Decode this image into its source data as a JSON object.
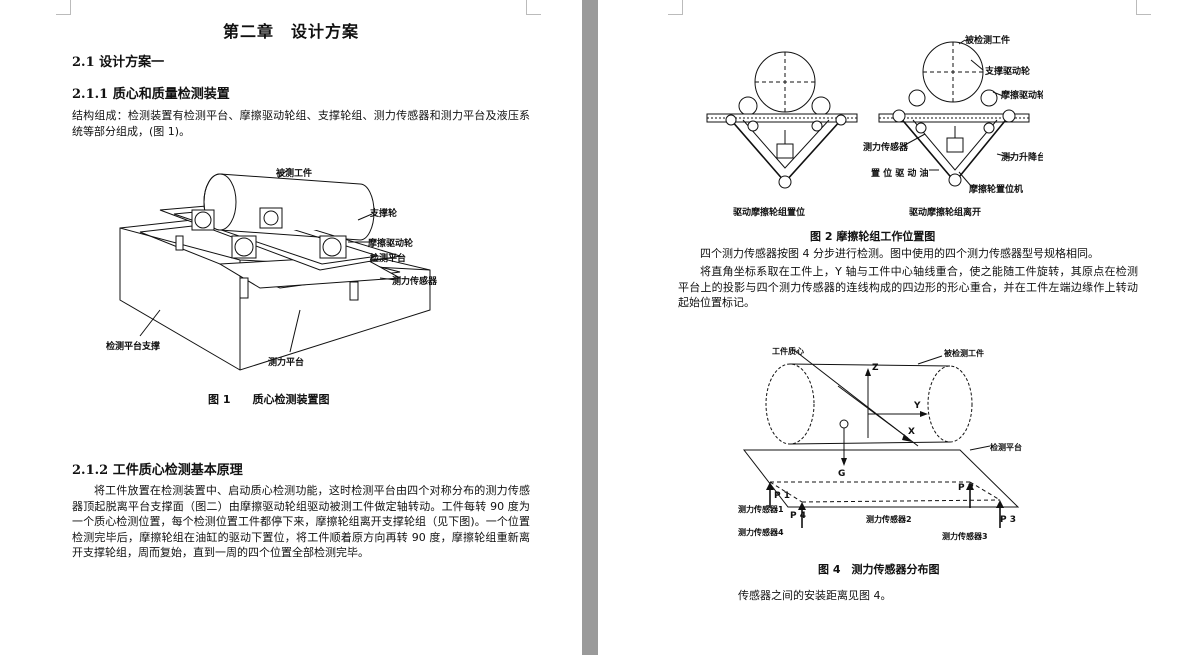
{
  "left_page": {
    "chapter_title": "第二章　设计方案",
    "section_title": "2.1 设计方案一",
    "subsection1_title": "2.1.1 质心和质量检测装置",
    "para1": "结构组成：检测装置有检测平台、摩擦驱动轮组、支撑轮组、测力传感器和测力平台及液压系统等部分组成，(图 1)。",
    "fig1": {
      "labels": {
        "workpiece": "被测工件",
        "support_wheel": "支撑轮",
        "friction_wheel": "摩擦驱动轮",
        "detect_platform": "检测平台",
        "force_sensor": "测力传感器",
        "platform_support": "检测平台支撑",
        "force_platform": "测力平台"
      },
      "caption": "图 1　　质心检测装置图"
    },
    "subsection2_title": "2.1.2 工件质心检测基本原理",
    "para2": "将工件放置在检测装置中、启动质心检测功能，这时检测平台由四个对称分布的测力传感器顶起脱离平台支撑面（图二）由摩擦驱动轮组驱动被测工件做定轴转动。工件每转 90 度为一个质心检测位置，每个检测位置工件都停下来，摩擦轮组离开支撑轮组（见下图)。一个位置检测完毕后，摩擦轮组在油缸的驱动下置位，将工件顺着原方向再转 90 度，摩擦轮组重新离开支撑轮组，周而复始，直到一周的四个位置全部检测完毕。"
  },
  "right_page": {
    "fig2": {
      "labels": {
        "workpiece": "被检测工件",
        "support_wheel": "支撑驱动轮",
        "friction_wheel": "摩擦驱动轮",
        "force_sensor": "测力传感器",
        "lift": "测力升降台",
        "cylinder": "置 位 驱 动 油",
        "positioner": "摩擦轮置位机"
      },
      "sub_left": "驱动摩擦轮组置位",
      "sub_right": "驱动摩擦轮组离开",
      "caption": "图 2  摩擦轮组工作位置图"
    },
    "para3": "四个测力传感器按图 4 分步进行检测。图中使用的四个测力传感器型号规格相同。",
    "para4": "将直角坐标系取在工件上，Y 轴与工件中心轴线重合，使之能随工件旋转，其原点在检测平台上的投影与四个测力传感器的连线构成的四边形的形心重合，并在工件左端边缘作上转动起始位置标记。",
    "fig4": {
      "labels": {
        "center": "工件质心",
        "workpiece": "被检测工件",
        "platform": "检测平台",
        "z": "Z",
        "y": "Y",
        "x": "X",
        "g": "G",
        "p1": "P 1",
        "p2": "P 2",
        "p3": "P 3",
        "p4": "P 4",
        "s1": "测力传感器1",
        "s2": "测力传感器2",
        "s3": "测力传感器3",
        "s4": "测力传感器4"
      },
      "caption": "图 4　测力传感器分布图"
    },
    "para5": "传感器之间的安装距离见图 4。"
  }
}
